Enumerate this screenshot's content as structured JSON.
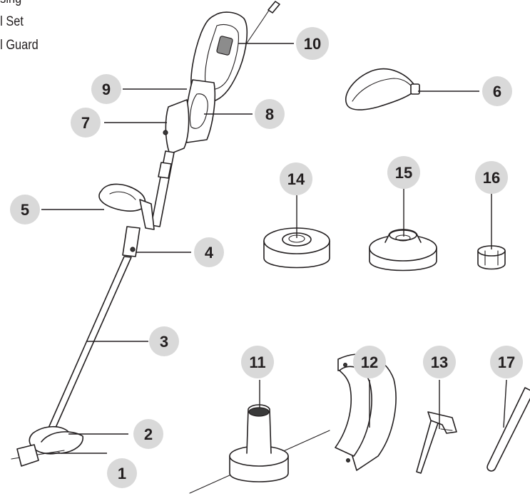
{
  "legend": [
    {
      "text": "ousing"
    },
    {
      "text": "ool Set"
    },
    {
      "text": "ool Guard"
    }
  ],
  "callouts": [
    {
      "id": "1",
      "label": "1"
    },
    {
      "id": "2",
      "label": "2"
    },
    {
      "id": "3",
      "label": "3"
    },
    {
      "id": "4",
      "label": "4"
    },
    {
      "id": "5",
      "label": "5"
    },
    {
      "id": "6",
      "label": "6"
    },
    {
      "id": "7",
      "label": "7"
    },
    {
      "id": "8",
      "label": "8"
    },
    {
      "id": "9",
      "label": "9"
    },
    {
      "id": "10",
      "label": "10"
    },
    {
      "id": "11",
      "label": "11"
    },
    {
      "id": "12",
      "label": "12"
    },
    {
      "id": "13",
      "label": "13"
    },
    {
      "id": "14",
      "label": "14"
    },
    {
      "id": "15",
      "label": "15"
    },
    {
      "id": "16",
      "label": "16"
    },
    {
      "id": "17",
      "label": "17"
    }
  ]
}
